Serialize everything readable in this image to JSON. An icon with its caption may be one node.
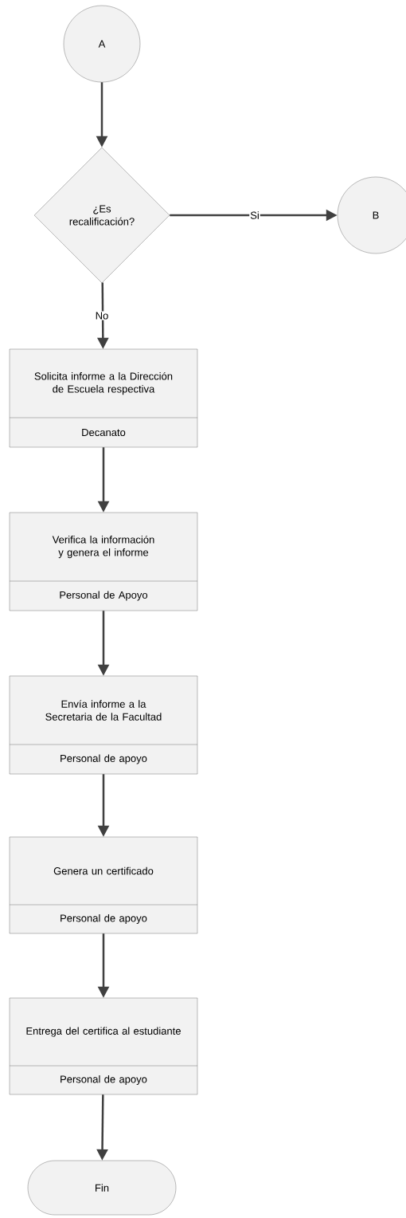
{
  "diagram": {
    "nodes": [
      {
        "text": [
          "A"
        ]
      },
      {
        "text": [
          "¿Es recalificación?"
        ]
      },
      {
        "text": [
          "B"
        ]
      },
      {
        "text": [
          "Solicita informe a la Dirección de Escuela respectiva",
          "Decanato"
        ]
      },
      {
        "text": [
          "Verifica la información y genera el informe",
          "Personal de Apoyo"
        ]
      },
      {
        "text": [
          "Envía  informe a la Secretaria de la Facultad",
          "Personal de apoyo"
        ]
      },
      {
        "text": [
          "Genera un certificado",
          "Personal de apoyo"
        ]
      },
      {
        "text": [
          "Entrega del certifica al estudiante",
          "Personal de apoyo"
        ]
      },
      {
        "text": [
          "Fin"
        ]
      }
    ],
    "edges": [
      {
        "from": 0,
        "to": 1,
        "arrow": "to"
      },
      {
        "from": 1,
        "to": 2,
        "arrow": "to",
        "label": "Si"
      },
      {
        "from": 1,
        "to": 3,
        "arrow": "to",
        "label": "No"
      },
      {
        "from": 3,
        "to": 4,
        "arrow": "to"
      },
      {
        "from": 4,
        "to": 5,
        "arrow": "to"
      },
      {
        "from": 5,
        "to": 6,
        "arrow": "to"
      },
      {
        "from": 6,
        "to": 7,
        "arrow": "to"
      },
      {
        "from": 7,
        "to": 8,
        "arrow": "to"
      }
    ]
  }
}
